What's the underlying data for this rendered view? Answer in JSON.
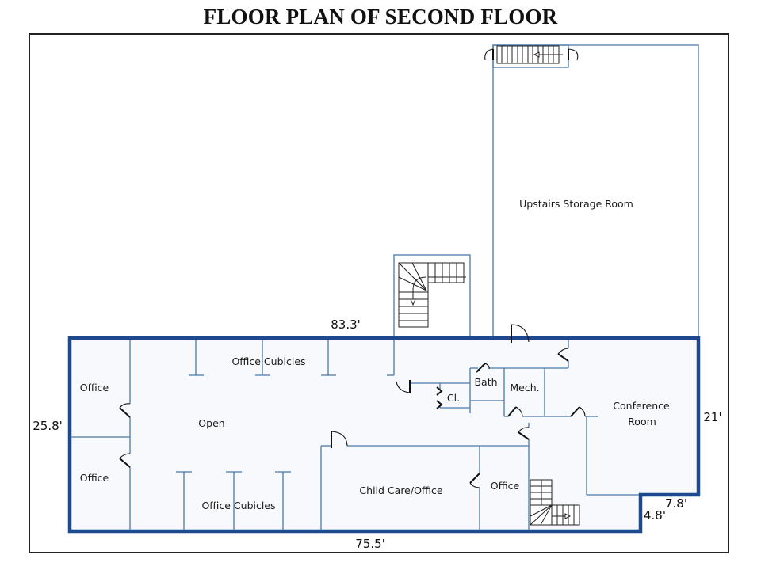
{
  "title": "FLOOR PLAN OF SECOND FLOOR",
  "rooms": {
    "upstairs_storage": "Upstairs Storage Room",
    "office_cubicles_top": "Office Cubicles",
    "office_top_left": "Office",
    "open": "Open",
    "office_bottom_left": "Office",
    "office_cubicles_bottom": "Office Cubicles",
    "closet": "Cl.",
    "bath": "Bath",
    "mech": "Mech.",
    "conference_line1": "Conference",
    "conference_line2": "Room",
    "child_care": "Child Care/Office",
    "office_right": "Office"
  },
  "dimensions": {
    "top": "83.3'",
    "left": "25.8'",
    "bottom": "75.5'",
    "right": "21'",
    "notch_width": "7.8'",
    "notch_height": "4.8'"
  },
  "colors": {
    "exterior_wall": "#1d4a8c",
    "interior_wall": "#4a78a8",
    "floor_fill": "#f7f9fc"
  }
}
